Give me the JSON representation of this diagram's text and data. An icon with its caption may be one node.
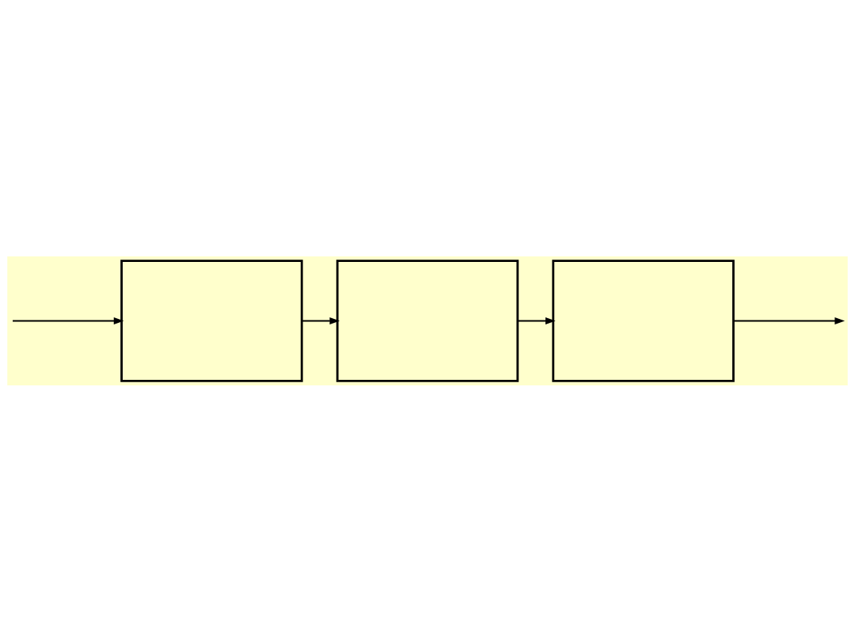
{
  "diagram": {
    "nodes": [
      {
        "text": [],
        "shape": "box"
      },
      {
        "text": [],
        "shape": "box"
      },
      {
        "text": [],
        "shape": "box"
      }
    ],
    "edges": [
      {
        "from": null,
        "to": 0,
        "arrow": "to"
      },
      {
        "from": 0,
        "to": 1,
        "arrow": "to"
      },
      {
        "from": 1,
        "to": 2,
        "arrow": "to"
      },
      {
        "from": 2,
        "to": null,
        "arrow": "to"
      }
    ]
  }
}
